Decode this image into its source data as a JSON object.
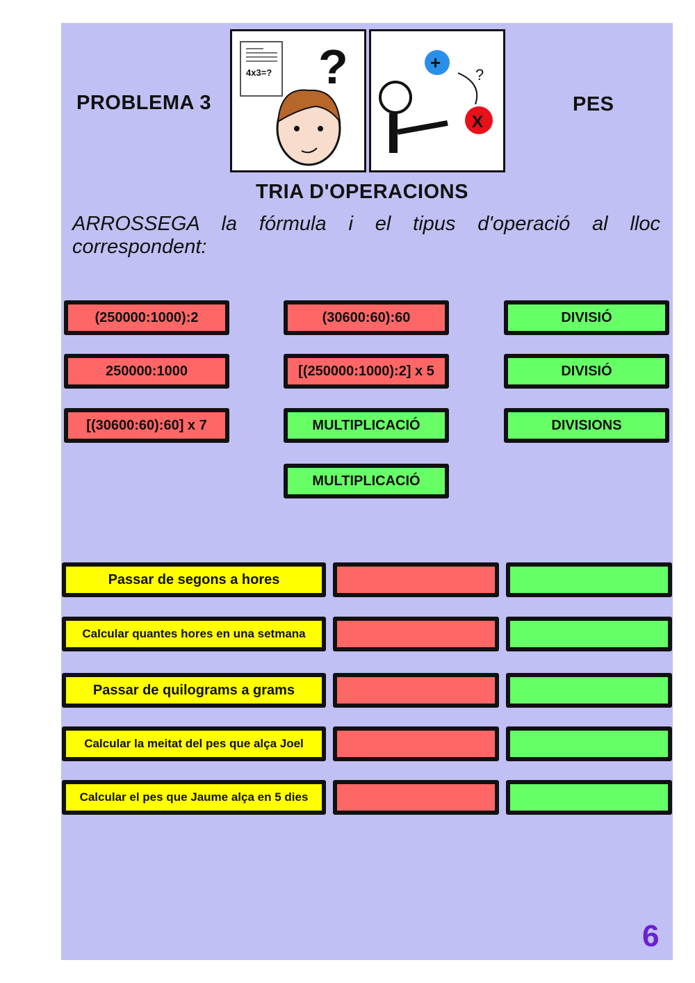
{
  "header": {
    "problem": "PROBLEMA 3",
    "topic": "PES",
    "subtitle": "TRIA D'OPERACIONS",
    "pic_text": "4x3=?"
  },
  "instruction": {
    "line1": "ARROSSEGA la fórmula i el tipus d'operació al lloc",
    "line2": "correspondent:"
  },
  "draggables": [
    {
      "label": "(250000:1000):2",
      "color": "red"
    },
    {
      "label": "(30600:60):60",
      "color": "red"
    },
    {
      "label": "DIVISIÓ",
      "color": "green"
    },
    {
      "label": "250000:1000",
      "color": "red"
    },
    {
      "label": "[(250000:1000):2] x 5",
      "color": "red"
    },
    {
      "label": "DIVISIÓ",
      "color": "green"
    },
    {
      "label": "[(30600:60):60] x 7",
      "color": "red"
    },
    {
      "label": "MULTIPLICACIÓ",
      "color": "green"
    },
    {
      "label": "DIVISIONS",
      "color": "green"
    },
    {
      "label": "MULTIPLICACIÓ",
      "color": "green"
    }
  ],
  "tasks": [
    {
      "label": "Passar de segons a hores"
    },
    {
      "label": "Calcular quantes hores en una setmana"
    },
    {
      "label": "Passar de quilograms a grams"
    },
    {
      "label": "Calcular la meitat del pes que alça Joel"
    },
    {
      "label": "Calcular el pes que Jaume alça en 5 dies"
    }
  ],
  "page_number": "6",
  "colors": {
    "background": "#c0c0f4",
    "formula": "#ff6666",
    "operation": "#66ff66",
    "task": "#ffff00",
    "page_number": "#6a1fd0"
  }
}
